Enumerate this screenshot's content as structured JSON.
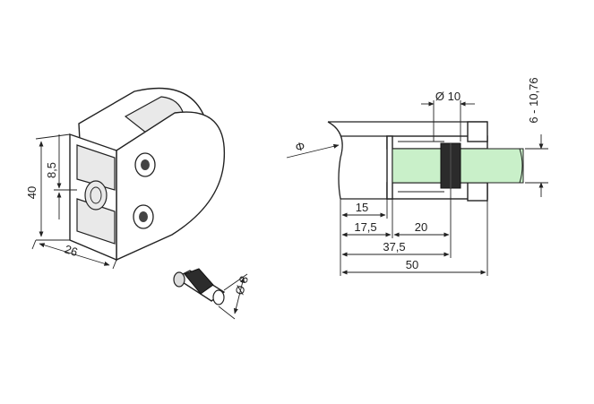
{
  "left_view": {
    "dim_height": "40",
    "dim_slot": "8,5",
    "dim_depth": "26",
    "dim_pin_dia": "Ø 8"
  },
  "right_view": {
    "dim_pipe": "Φ",
    "dim_bore": "Ø 10",
    "dim_glass_range": "6 - 10,76",
    "dim_15": "15",
    "dim_17_5": "17,5",
    "dim_20": "20",
    "dim_37_5": "37,5",
    "dim_50": "50"
  },
  "colors": {
    "glass": "#c9f0c9",
    "pad": "#333333",
    "line": "#222222"
  }
}
